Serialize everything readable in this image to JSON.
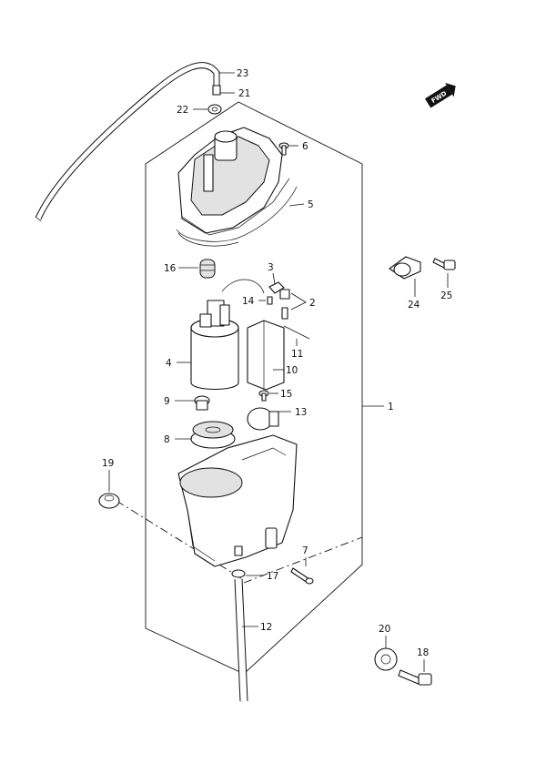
{
  "forward_badge": {
    "text": "FWD"
  },
  "callouts": [
    {
      "id": "1",
      "label": "1"
    },
    {
      "id": "2",
      "label": "2"
    },
    {
      "id": "3",
      "label": "3"
    },
    {
      "id": "4",
      "label": "4"
    },
    {
      "id": "5",
      "label": "5"
    },
    {
      "id": "6",
      "label": "6"
    },
    {
      "id": "7",
      "label": "7"
    },
    {
      "id": "8",
      "label": "8"
    },
    {
      "id": "9",
      "label": "9"
    },
    {
      "id": "10",
      "label": "10"
    },
    {
      "id": "11",
      "label": "11"
    },
    {
      "id": "12",
      "label": "12"
    },
    {
      "id": "13",
      "label": "13"
    },
    {
      "id": "14",
      "label": "14"
    },
    {
      "id": "15",
      "label": "15"
    },
    {
      "id": "16",
      "label": "16"
    },
    {
      "id": "17",
      "label": "17"
    },
    {
      "id": "18",
      "label": "18"
    },
    {
      "id": "19",
      "label": "19"
    },
    {
      "id": "20",
      "label": "20"
    },
    {
      "id": "21",
      "label": "21"
    },
    {
      "id": "22",
      "label": "22"
    },
    {
      "id": "23",
      "label": "23"
    },
    {
      "id": "24",
      "label": "24"
    },
    {
      "id": "25",
      "label": "25"
    }
  ]
}
